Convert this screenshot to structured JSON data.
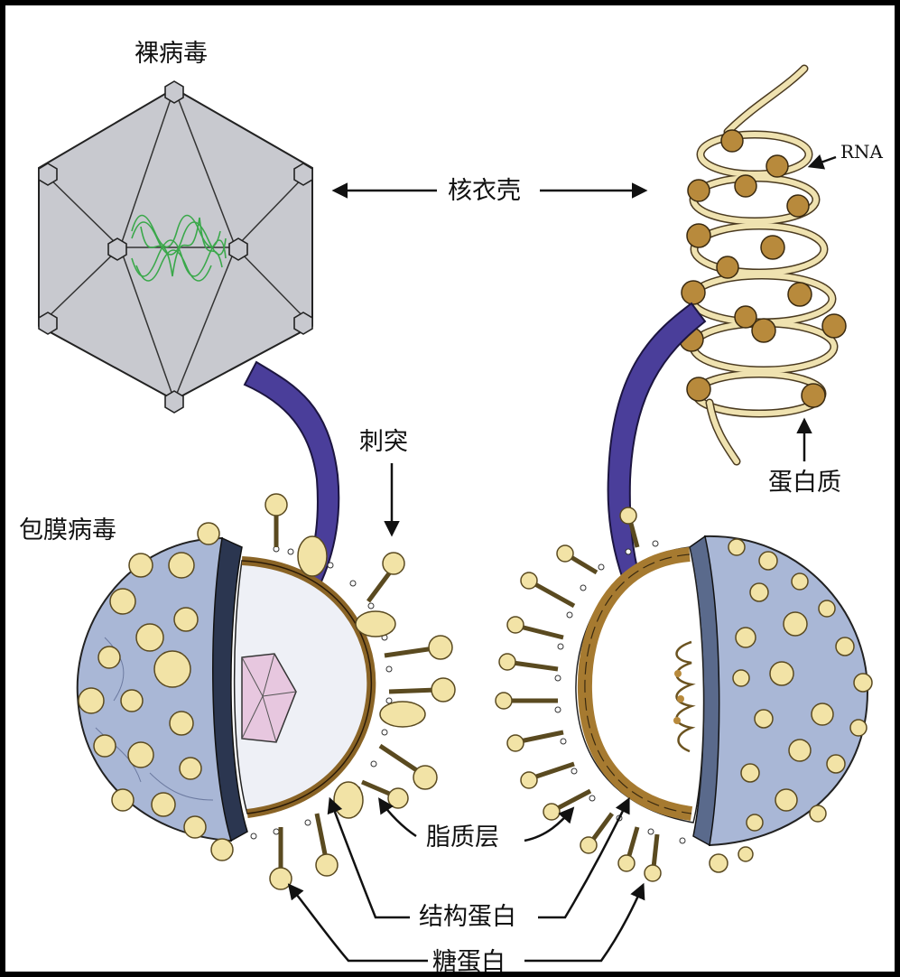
{
  "labels": {
    "naked_virus": "裸病毒",
    "enveloped_virus": "包膜病毒",
    "nucleocapsid": "核衣壳",
    "rna": "RNA",
    "spike": "刺突",
    "protein": "蛋白质",
    "lipid_layer": "脂质层",
    "structural_protein": "结构蛋白",
    "glycoprotein": "糖蛋白"
  },
  "colors": {
    "capsid_fill": "#c8c9cf",
    "nucleic_acid": "#3aa84a",
    "envelope_fill": "#a9b7d6",
    "spike_knob": "#f2e3a6",
    "arrow_purple": "#4a3e9a",
    "protein_bead": "#b88a3c",
    "helix_strand": "#efe2b0",
    "matrix": "#8a6426",
    "inner_capsid": "#e7c7df"
  }
}
